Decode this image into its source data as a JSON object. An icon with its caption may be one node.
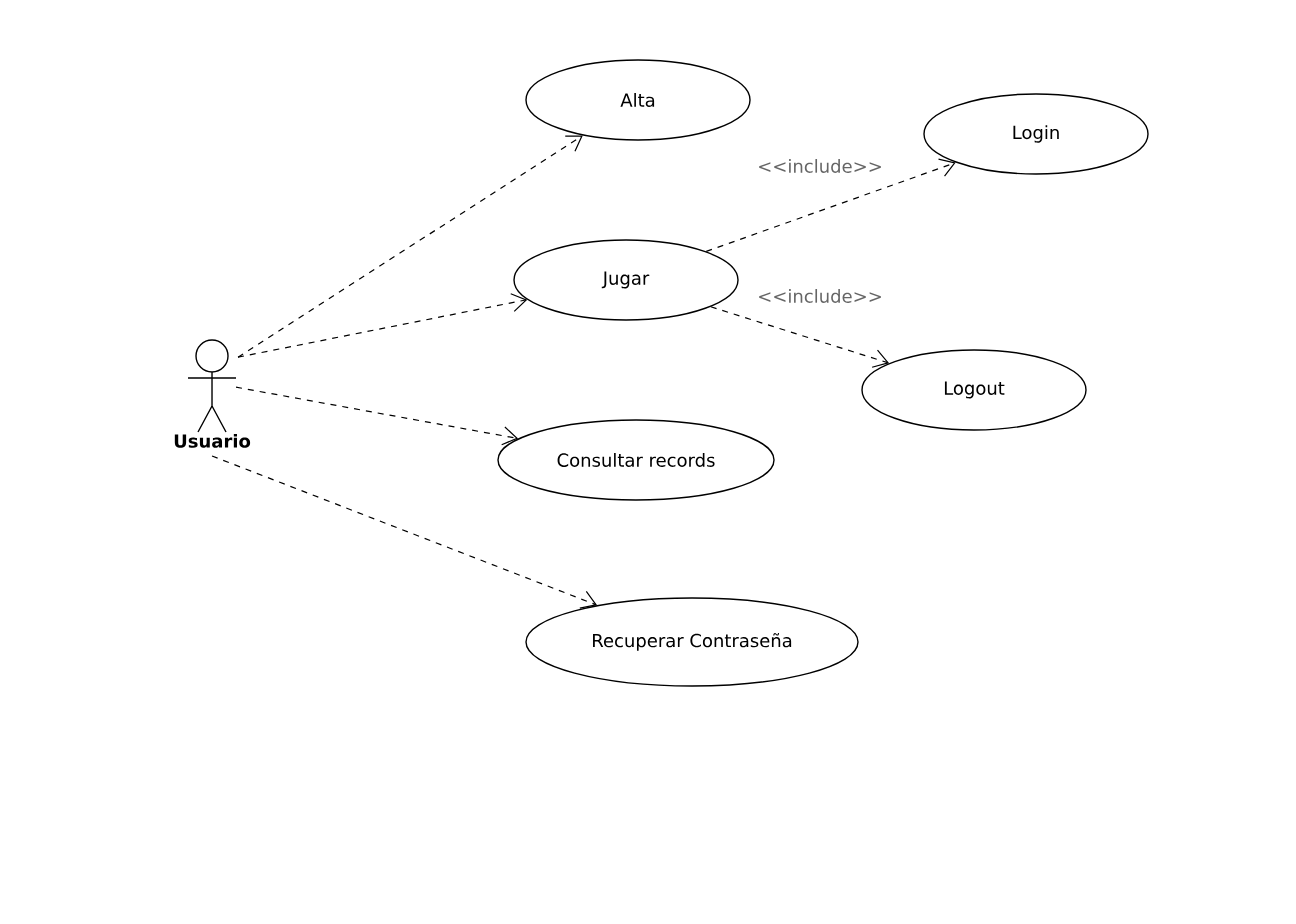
{
  "diagram": {
    "nodes": [
      {
        "text": [
          "Usuario"
        ]
      },
      {
        "text": [
          "Alta"
        ]
      },
      {
        "text": [
          "Jugar"
        ]
      },
      {
        "text": [
          "Login"
        ]
      },
      {
        "text": [
          "Logout"
        ]
      },
      {
        "text": [
          "Consultar records"
        ]
      },
      {
        "text": [
          "Recuperar Contraseña"
        ]
      }
    ],
    "edges": [
      {
        "from": 0,
        "to": 1,
        "arrow": "to",
        "style": "dashed"
      },
      {
        "from": 0,
        "to": 2,
        "arrow": "to",
        "style": "dashed"
      },
      {
        "from": 2,
        "to": 3,
        "arrow": "to",
        "style": "dashed",
        "label": "<<include>>"
      },
      {
        "from": 2,
        "to": 4,
        "arrow": "to",
        "style": "dashed",
        "label": "<<include>>"
      },
      {
        "from": 0,
        "to": 5,
        "arrow": "to",
        "style": "dashed"
      },
      {
        "from": 0,
        "to": 6,
        "arrow": "to",
        "style": "dashed"
      }
    ]
  }
}
